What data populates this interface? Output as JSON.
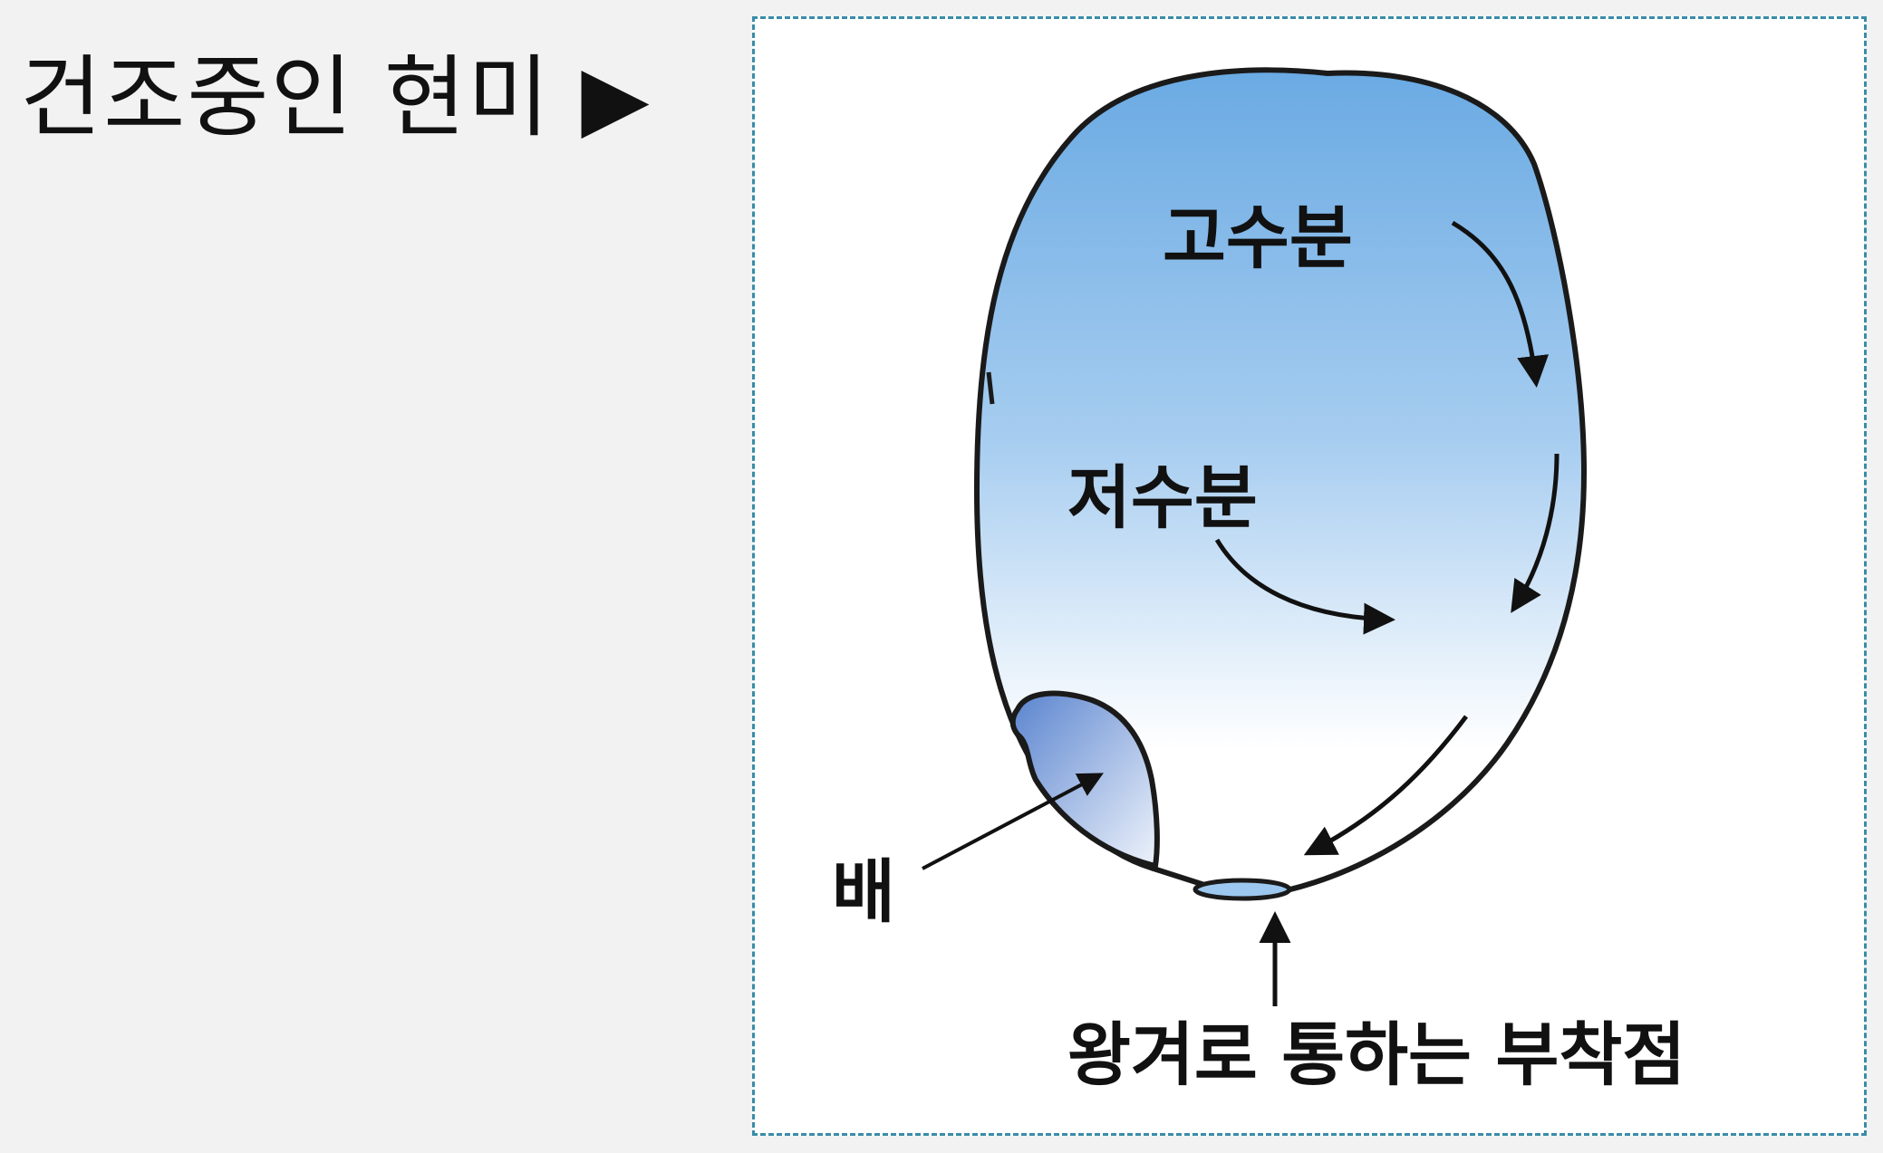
{
  "title": "건조중인 현미 ▶",
  "diagram": {
    "labels": {
      "high_moisture": "고수분",
      "low_moisture": "저수분",
      "embryo": "배",
      "attachment_point": "왕겨로 통하는 부착점"
    },
    "colors": {
      "grain_top": "#6aaae3",
      "grain_bottom": "#ffffff",
      "embryo": "#5a84cf",
      "outline": "#1a1a1a",
      "frame_border": "#3a8ca8"
    }
  }
}
